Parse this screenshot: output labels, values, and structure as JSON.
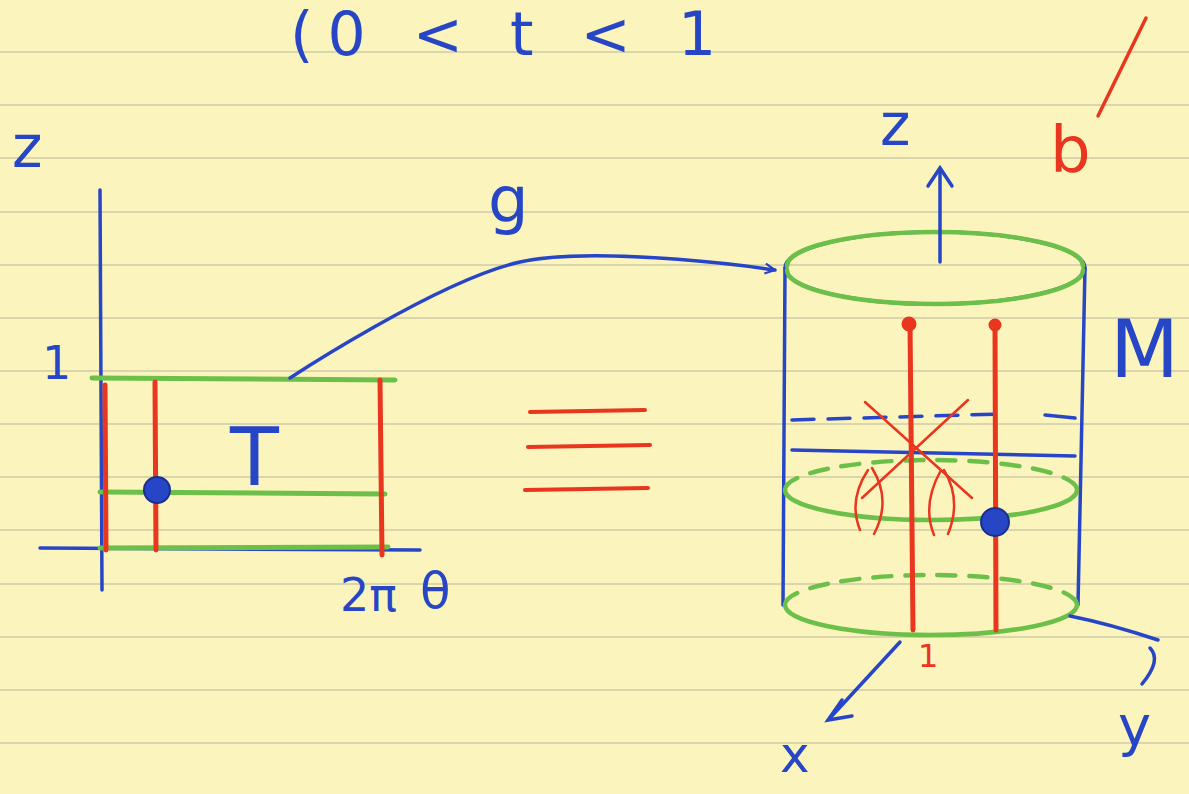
{
  "diagram": {
    "nodes": [
      {
        "text": [
          "T"
        ]
      },
      {
        "text": [
          "M"
        ]
      }
    ],
    "edges": [
      {
        "from": 0,
        "to": 1,
        "label": "g",
        "arrow": "to"
      }
    ],
    "labels": [
      "(0 < t < 1",
      "z",
      "1",
      "2π",
      "θ",
      "z",
      "1",
      "x",
      "y",
      "b"
    ]
  }
}
